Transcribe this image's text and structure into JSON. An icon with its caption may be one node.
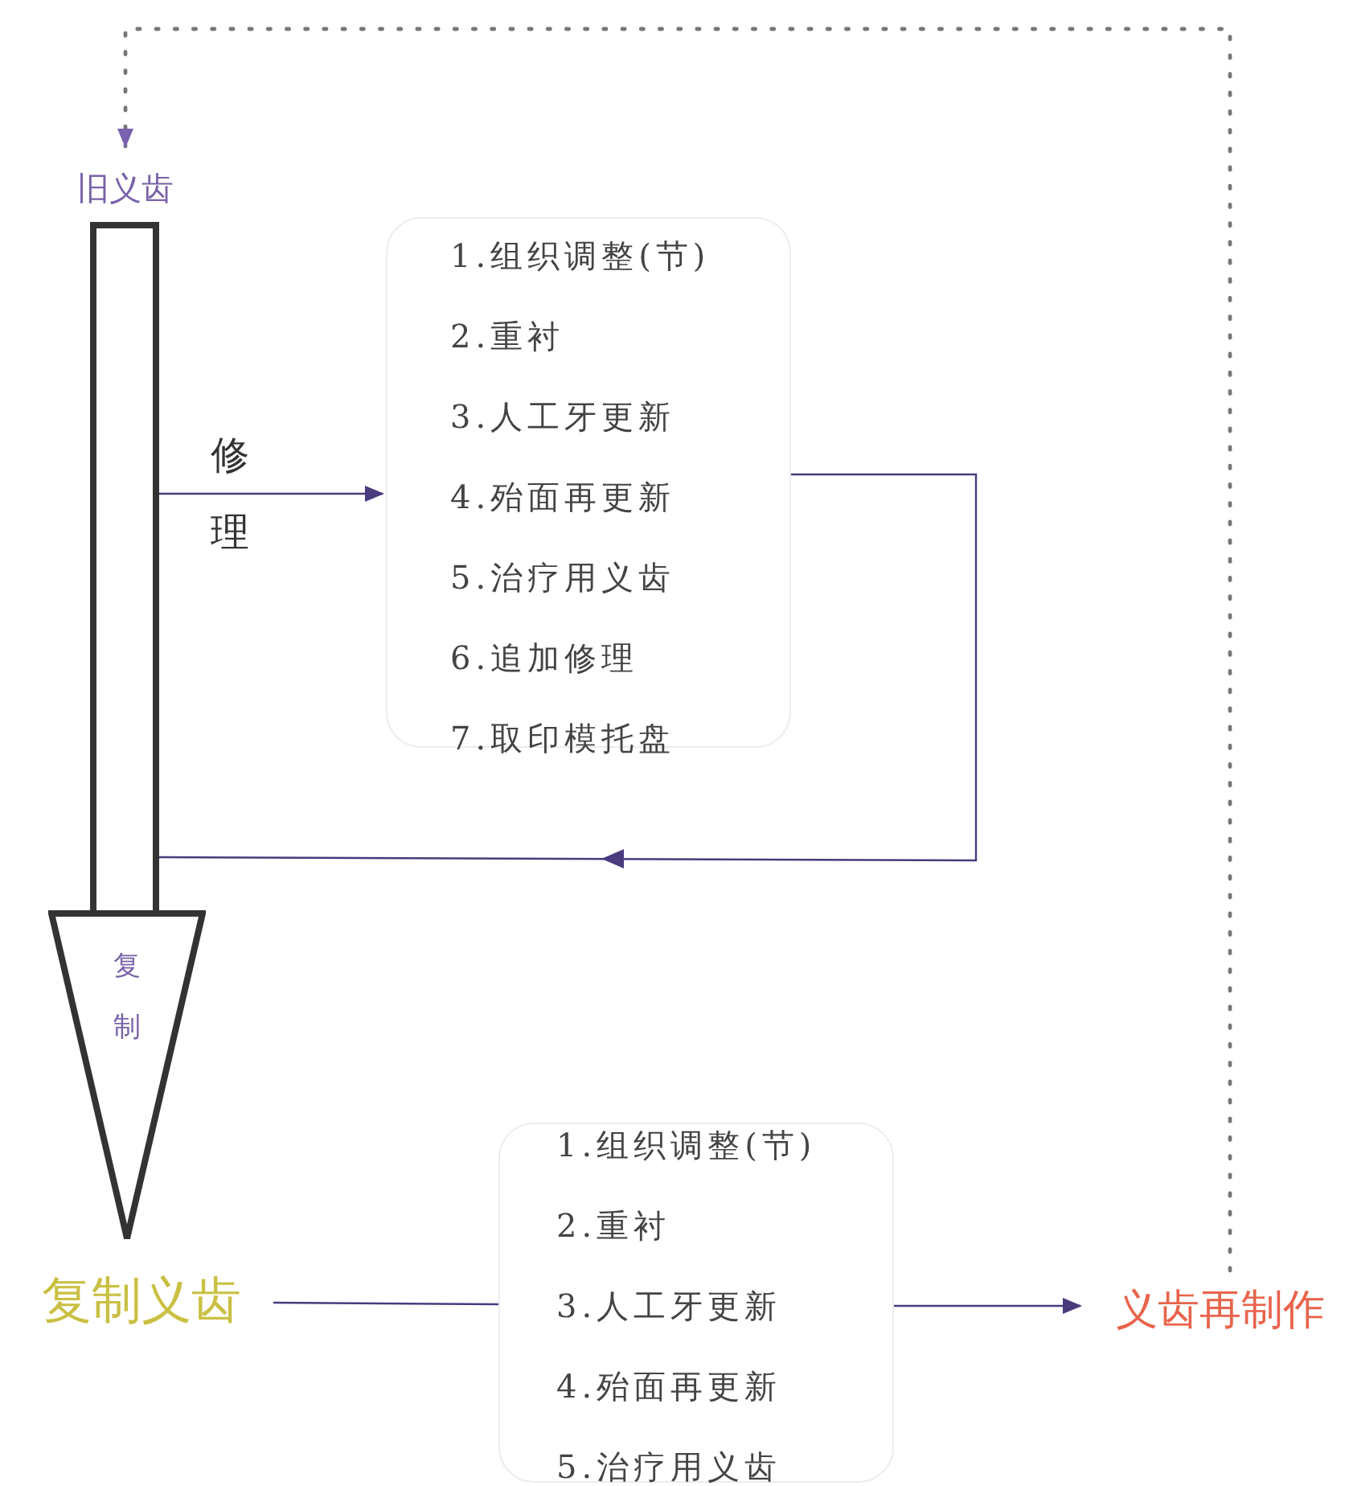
{
  "diagram": {
    "nodes": [
      {
        "text": [
          "旧义齿"
        ]
      },
      {
        "text": [],
        "shape": "bar"
      },
      {
        "text": [
          "复制"
        ]
      },
      {
        "text": [
          "1.组织调整(节)",
          "2.重衬",
          "3.人工牙更新",
          "4.殆面再更新",
          "5.治疗用义齿",
          "6.追加修理",
          "7.取印模托盘"
        ]
      },
      {
        "text": [
          "复制义齿"
        ]
      },
      {
        "text": [
          "1.组织调整(节)",
          "2.重衬",
          "3.人工牙更新",
          "4.殆面再更新",
          "5.治疗用义齿"
        ]
      },
      {
        "text": [
          "义齿再制作"
        ]
      }
    ],
    "edges": [
      {
        "from": 1,
        "to": 3,
        "arrow": "to",
        "label": "修理"
      },
      {
        "from": 3,
        "to": 1,
        "arrow": "to"
      },
      {
        "from": 4,
        "to": 5,
        "arrow": "none"
      },
      {
        "from": 5,
        "to": 6,
        "arrow": "to"
      },
      {
        "from": 6,
        "to": 0,
        "arrow": "to",
        "style": "dashed"
      }
    ]
  }
}
